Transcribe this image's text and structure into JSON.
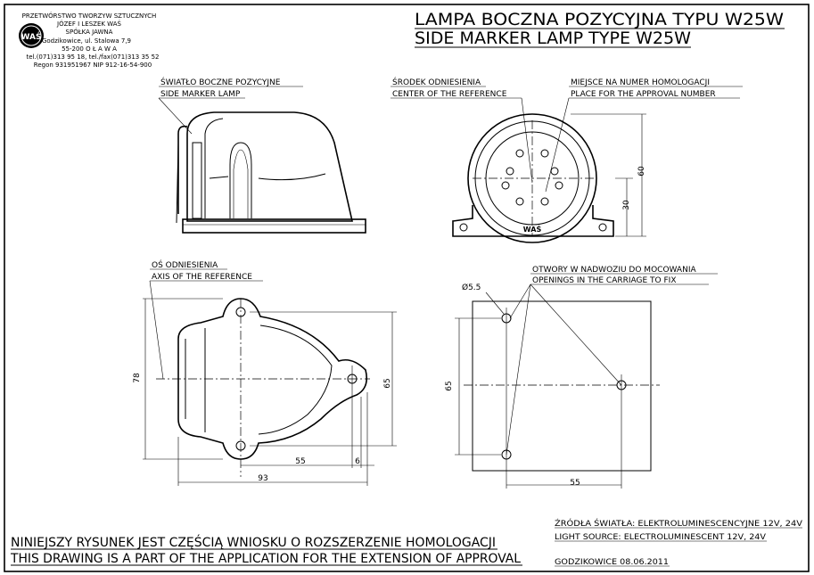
{
  "company": {
    "logo_text": "WAŚ",
    "lines": [
      "PRZETWÓRSTWO TWORZYW SZTUCZNYCH",
      "JÓZEF I LESZEK WAŚ",
      "SPÓŁKA JAWNA",
      "Godzikowice, ul. Stalowa 7,9",
      "55-200  O Ł A W A",
      "tel.(071)313 95 18, tel./fax(071)313 35 52",
      "Regon 931951967 NIP 912-16-54-900"
    ]
  },
  "title": {
    "pl": "LAMPA BOCZNA POZYCYJNA TYPU W25W",
    "en": "SIDE MARKER LAMP TYPE W25W"
  },
  "labels": {
    "side_lamp_pl": "ŚWIATŁO BOCZNE POZYCYJNE",
    "side_lamp_en": "SIDE MARKER LAMP",
    "center_pl": "ŚRODEK ODNIESIENIA",
    "center_en": "CENTER OF THE REFERENCE",
    "approval_pl": "MIEJSCE NA NUMER HOMOLOGACJI",
    "approval_en": "PLACE FOR THE APPROVAL NUMBER",
    "axis_pl": "OŚ ODNIESIENIA",
    "axis_en": "AXIS OF THE REFERENCE",
    "openings_pl": "OTWORY W NADWOZIU DO MOCOWANIA",
    "openings_en": "OPENINGS IN THE CARRIAGE TO FIX",
    "front_mark": "WAŚ"
  },
  "dimensions": {
    "height_total": "60",
    "height_center": "30",
    "top_height": "78",
    "top_hole_spacing": "65",
    "top_length_55": "55",
    "top_offset_6": "6",
    "top_length_93": "93",
    "hole_diameter": "Ø5.5",
    "holes_vertical": "65",
    "holes_horizontal": "55"
  },
  "footer": {
    "note_pl": "NINIEJSZY RYSUNEK JEST CZĘŚCIĄ WNIOSKU O  ROZSZERZENIE HOMOLOGACJI",
    "note_en": "THIS DRAWING IS A PART OF THE APPLICATION FOR THE EXTENSION OF APPROVAL",
    "light_source_pl": "ŹRÓDŁA ŚWIATŁA: ELEKTROLUMINESCENCYJNE  12V, 24V",
    "light_source_en": "LIGHT SOURCE: ELECTROLUMINESCENT  12V, 24V",
    "place_date": "GODZIKOWICE 08.06.2011"
  }
}
